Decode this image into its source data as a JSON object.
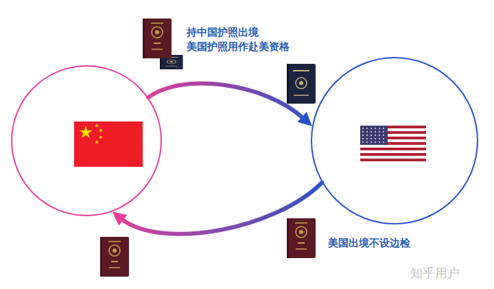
{
  "diagram": {
    "nodes": [
      {
        "text": []
      },
      {
        "text": []
      }
    ],
    "edges": [
      {
        "from": 0,
        "to": 1,
        "arrow": "to",
        "label": "持中国护照出境 美国护照用作赴美资格"
      },
      {
        "from": 1,
        "to": 0,
        "arrow": "to",
        "label": "美国出境不设边检"
      }
    ],
    "labels": [
      "知乎用户"
    ]
  }
}
